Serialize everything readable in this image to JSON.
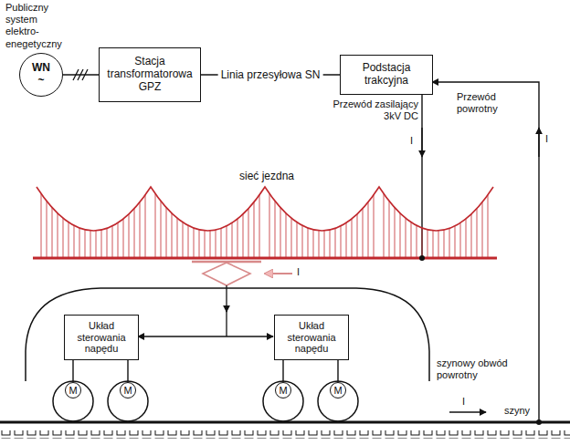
{
  "diagram": {
    "nodes": [
      {
        "text": [
          "WN",
          "~"
        ]
      },
      {
        "text": [
          "Stacja transformatorowa GPZ"
        ]
      },
      {
        "text": [
          "Podstacja trakcyjna"
        ]
      },
      {
        "text": [
          "Układ sterowania napędu"
        ]
      },
      {
        "text": [
          "Układ sterowania napędu"
        ]
      },
      {
        "text": [
          "M"
        ]
      },
      {
        "text": [
          "M"
        ]
      },
      {
        "text": [
          "M"
        ]
      },
      {
        "text": [
          "M"
        ]
      }
    ],
    "edges": [
      {
        "from": 0,
        "to": 1,
        "arrow": "none"
      },
      {
        "from": 1,
        "to": 2,
        "label": "Linia przesyłowa SN",
        "arrow": "none"
      },
      {
        "from": 3,
        "to": 5,
        "arrow": "none"
      },
      {
        "from": 3,
        "to": 6,
        "arrow": "none"
      },
      {
        "from": 4,
        "to": 7,
        "arrow": "none"
      },
      {
        "from": 4,
        "to": 8,
        "arrow": "none"
      }
    ],
    "labels": [
      "Publiczny system elektro-enegetyczny",
      "Przewód zasilający 3kV DC",
      "I",
      "Przewód powrotny",
      "I",
      "sieć jezdna",
      "I",
      "szynowy obwód powrotny",
      "I",
      "szyny"
    ]
  }
}
